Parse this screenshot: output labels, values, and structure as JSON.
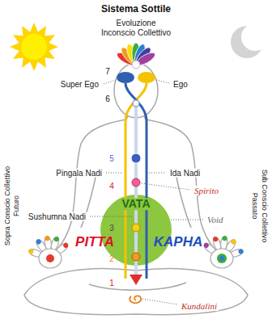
{
  "diagram": {
    "title": "Sistema Sottile",
    "labels": [
      "Evoluzione",
      "Inconscio Collettivo",
      "7",
      "Super Ego",
      "Ego",
      "6",
      "Sopra Conscio Collettivo",
      "Futuro",
      "5",
      "Pingala Nadi",
      "Ida Nadi",
      "4",
      "Spirito",
      "VATA",
      "Passato",
      "Sub Conscio Collettivo",
      "Sushumna Nadi",
      "Void",
      "3",
      "PITTA",
      "KAPHA",
      "2",
      "1",
      "Kundalini"
    ]
  }
}
